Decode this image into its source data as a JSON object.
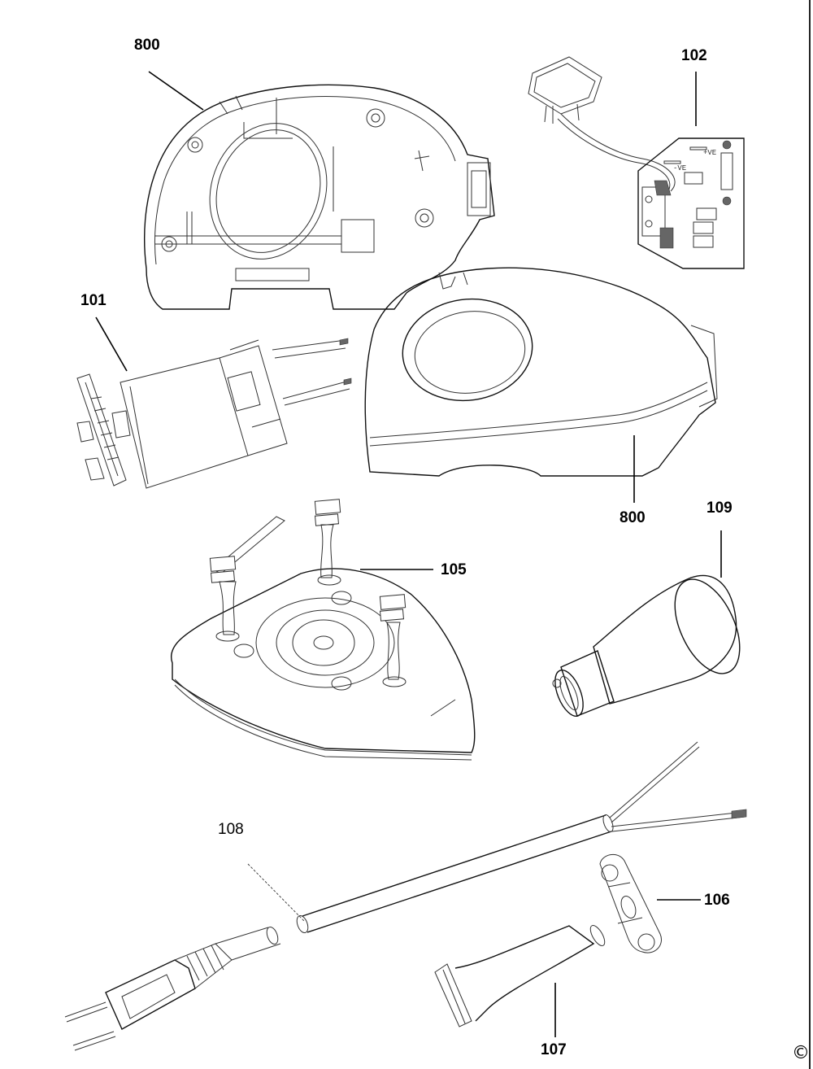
{
  "diagram": {
    "type": "exploded-parts-diagram",
    "callouts": [
      {
        "id": "800-top",
        "number": "800",
        "part": "housing-half-inner"
      },
      {
        "id": "102",
        "number": "102",
        "part": "switch-and-circuit-board"
      },
      {
        "id": "101",
        "number": "101",
        "part": "motor"
      },
      {
        "id": "800-right",
        "number": "800",
        "part": "housing-half-outer"
      },
      {
        "id": "109",
        "number": "109",
        "part": "nose-cone"
      },
      {
        "id": "105",
        "number": "105",
        "part": "sanding-platen"
      },
      {
        "id": "108",
        "number": "108",
        "part": "power-cord-with-plug"
      },
      {
        "id": "106",
        "number": "106",
        "part": "cord-clamp"
      },
      {
        "id": "107",
        "number": "107",
        "part": "cord-protector"
      }
    ],
    "pcb_markings": {
      "positive": "+VE",
      "negative": "-VE"
    },
    "copyright_symbol": "©"
  }
}
